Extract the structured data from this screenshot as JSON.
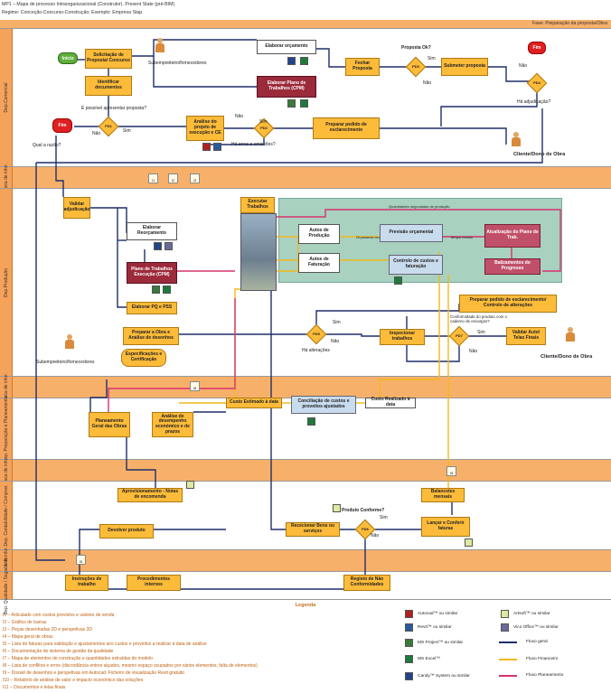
{
  "header": {
    "line1": "MP1 – Mapa de processo Intraorganizacional (Construtor). Present State (pré-BIM)",
    "line2": "Regime: Conceção-Concurso-Construção; Exemplo: Empresa Stap."
  },
  "phase": "Fase: Preparação da proposta/Obra",
  "lanes": {
    "comercial": "Dep.Comercial",
    "troca1": "Troca de infor.",
    "producao": "Dep.Produção",
    "troca2": "Troca de infor.",
    "preparacao": "Dep. Preparação e Planeamento",
    "troca3": "Troca de infor.",
    "contabilidade": "Dep. Contabilidade / Compras",
    "troca4": "Troca de infor.",
    "qualidade": "Dep. Qualidade / Seg. / Amb."
  },
  "nodes": {
    "inicio": "Início",
    "fim1": "Fim",
    "fim2": "Fim",
    "solicitacao": "Solicitação de Proposta/ Concurso",
    "identificar": "Identificar documentos",
    "elab_orcamento": "Elaborar orçamento",
    "elab_plano": "Elaborar Plano de Trabalhos (CPM)",
    "fechar": "Fechar Proposta",
    "submeter": "Submeter proposta",
    "analise_projeto": "Análise do projeto de execução e CE",
    "preparar_pedido": "Preparar pedido de esclarecimento",
    "validar_adj": "Validar adjudicação",
    "executar": "Executar Trabalhos",
    "elab_reorc": "Elaborar Reorçamento",
    "plano_exec": "Plano de Trabalhos Execução (CPM)",
    "autos_producao": "Autos de Produção",
    "autos_faturacao": "Autos de Faturação",
    "previsao": "Previsão orçamental",
    "controlo": "Controlo de custos e faturação",
    "atualizacao": "Atualização do Plano de Trab.",
    "balizamentos": "Balizamentos do Progresso",
    "elab_pq": "Elaborar PQ e PSS",
    "preparar_obra": "Preparar a Obra e Análise de desenhos",
    "especificacoes": "Especificações e Certificação",
    "preparar_pedido2": "Preparar pedido de esclarecimento/ Controlo de alterações",
    "inspecionar": "Inspecionar trabalhos",
    "validar_auto": "Validar Auto/ Telas Finais",
    "planeamento": "Planeamento Geral das Obras",
    "analise_desemp": "Análise de desempenho económico e de prazos",
    "custo_estimado": "Custo Estimado à data",
    "conciliacao": "Conciliação de custos e proveitos ajustados",
    "custo_realizado": "Custo Realizado à data",
    "aprovisionamento": "Aprovisionamento - Notas de encomenda",
    "balancetes": "Balancetes mensais",
    "rececionar": "Rececionar Bens ou serviços",
    "lancar": "Lançar e Conferir faturas",
    "devolver": "Devolver produto",
    "instrucoes": "Instruções de trabalho",
    "procedimentos": "Procedimentos internos",
    "registo": "Registo de Não Conformidades"
  },
  "decisions": {
    "pd1": "PD1",
    "pd2": "PD2",
    "pd3": "PD3",
    "pd4": "PD4",
    "pd5": "PD5",
    "pd6": "PD6",
    "pd7": "PD7"
  },
  "labels": {
    "subempreiteiro1": "Subempreiteiro/fornecedores",
    "subempreiteiro2": "Subempreiteiro/fornecedores",
    "proposta_ok": "Proposta Ok?",
    "sim1": "Sim",
    "nao1": "Não",
    "nao_top": "Não",
    "ha_adjudicacao": "Há adjudicação?",
    "e_possivel": "É possível apresentar proposta?",
    "sim2": "Sim",
    "nao2": "Não",
    "qual_razao": "Qual a razão?",
    "nao3": "Não",
    "sim3": "Sim",
    "ha_erros": "Há erros e omissões?",
    "cliente1": "Cliente/Dono de Obra",
    "cliente2": "Cliente/Dono de Obra",
    "quantidades": "Quantidades negociadas de produção",
    "orcamento_revisto": "Orçamento revisto",
    "tempo_revisto": "Tempo revisto",
    "sim4": "Sim",
    "nao4": "Não",
    "ha_alteracoes": "Há alterações",
    "conformidade": "Conformidade do produto com o caderno de encargos?",
    "sim5": "Sim",
    "nao5": "Não",
    "produto_conforme": "Produto Conforme?",
    "sim6": "Sim",
    "nao6": "Não"
  },
  "docs": [
    "I1",
    "I2",
    "I3",
    "I8",
    "I5",
    "I5"
  ],
  "legend": {
    "title": "Legenda",
    "items": [
      "I1 – Articulado com custos previstos e valores de venda",
      "I2 – Gráfico de barras",
      "I3 – Peças desenhadas 2D e perspetivas 3D",
      "I4 – Mapa geral de obras",
      "I5 – Lista de faturas para validação e ajustamentos aos custos e proveitos a realizar à data de análise",
      "I6 – Documentação do sistema de gestão da qualidade",
      "I7 – Mapa de elementos de construção e quantidades extraídas do modelo",
      "I8 – Lista de conflitos e erros (discordância entres alçados, mesmo espaço ocupados por vários elementos, falta de elementos)",
      "I9 – Dossiê de desenhos e perspetivas em Autocad. Ficheiro de visualização Revit gratuito",
      "I10 – Relatório de análise de valor e impacto económico das soluções",
      "I11 – Documentos e telas finais"
    ],
    "software": [
      {
        "icon": "autocad-icon",
        "label": "Autocad™ ou similar"
      },
      {
        "icon": "revit-icon",
        "label": "Revit™ ou similar"
      },
      {
        "icon": "project-icon",
        "label": "MS Project™ ou similar"
      },
      {
        "icon": "excel-icon",
        "label": "MS Excel™"
      },
      {
        "icon": "candy-icon",
        "label": "Candy™ System ou similar"
      },
      {
        "icon": "artsoft-icon",
        "label": "Artsoft™ ou similar"
      },
      {
        "icon": "vico-icon",
        "label": "Vico Office™ ou similar"
      }
    ],
    "flows": [
      {
        "label": "Fluxo geral",
        "color": "#1f2f6a"
      },
      {
        "label": "Fluxo Financeiro",
        "color": "#f2b81a"
      },
      {
        "label": "Fluxo Planeamento",
        "color": "#d6336c"
      }
    ]
  },
  "colors": {
    "orange_box": "#fdbb3a",
    "lane_orange": "#f7b06a",
    "flow_general": "#1f2f6a",
    "flow_financial": "#f2b81a",
    "flow_planning": "#d6336c",
    "teal_area": "#a8d1c0",
    "fim_red": "#e02020",
    "inicio_green": "#5fae3a"
  }
}
